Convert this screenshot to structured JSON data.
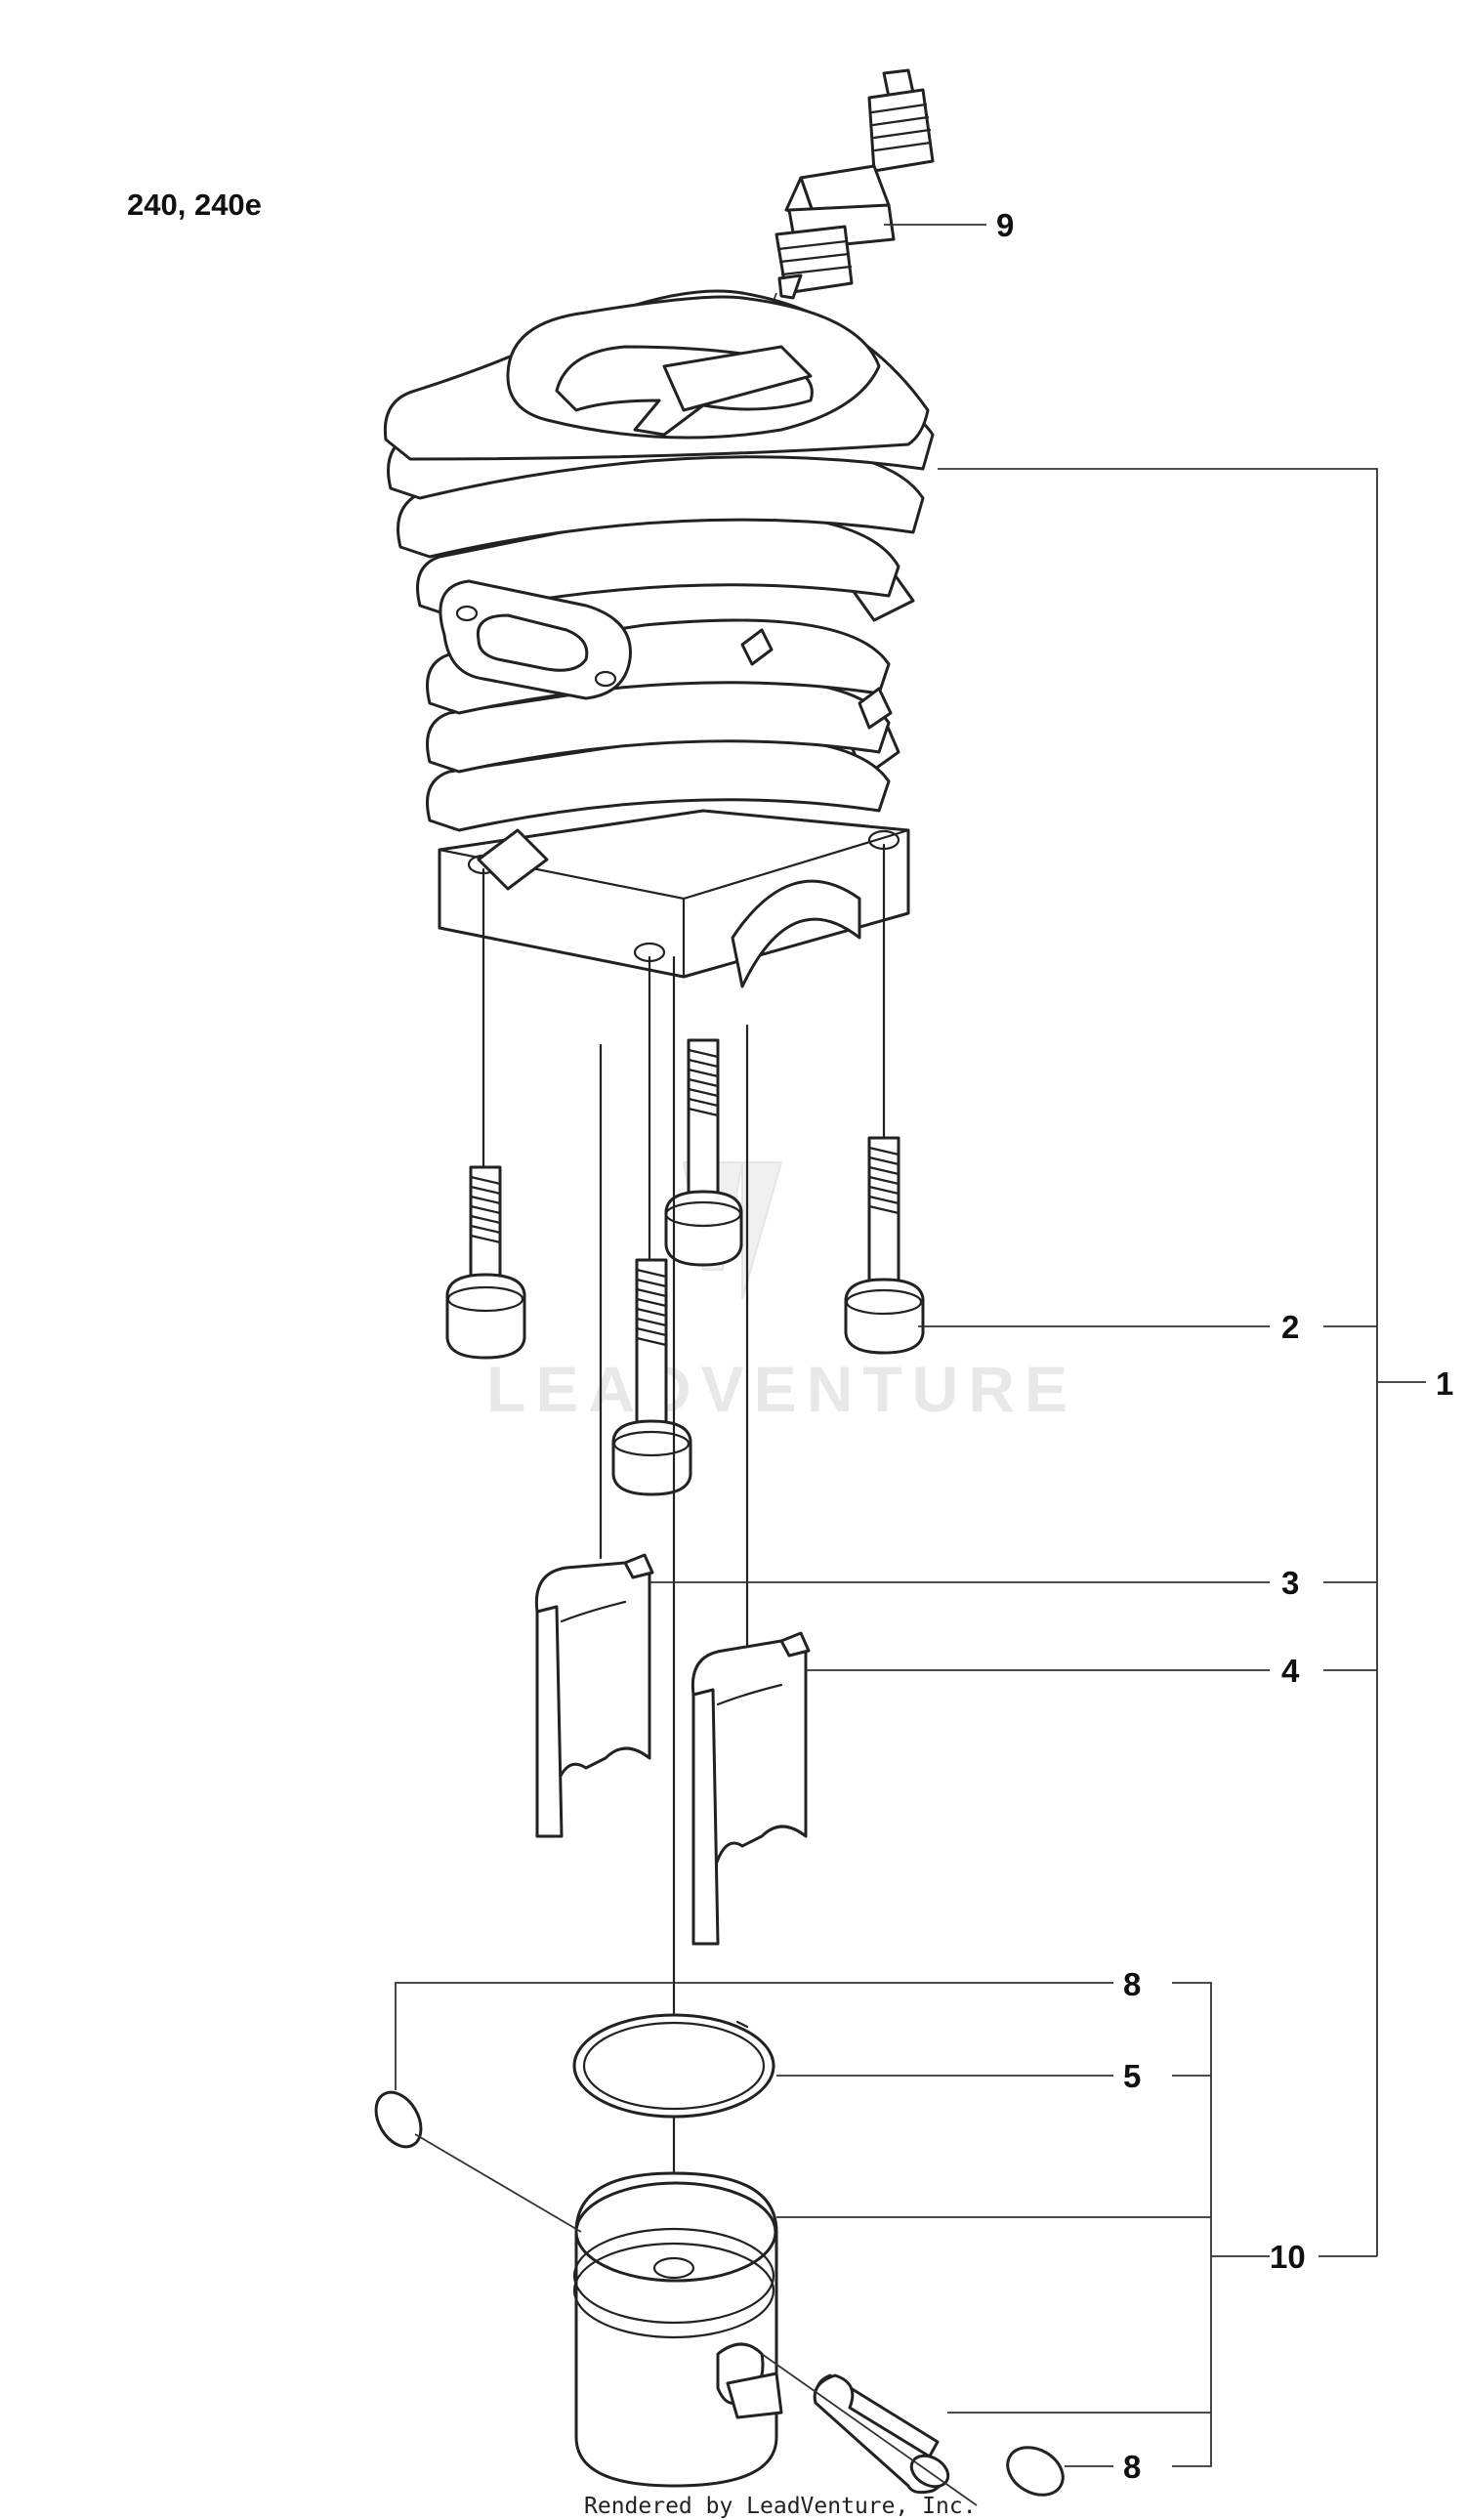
{
  "diagram": {
    "title": "240, 240e",
    "watermark": "LEADVENTURE",
    "footer": "Rendered by LeadVenture, Inc.",
    "callouts": {
      "c1": "1",
      "c2": "2",
      "c3": "3",
      "c4": "4",
      "c5": "5",
      "c8_top": "8",
      "c8_bottom": "8",
      "c9": "9",
      "c10": "10"
    }
  }
}
